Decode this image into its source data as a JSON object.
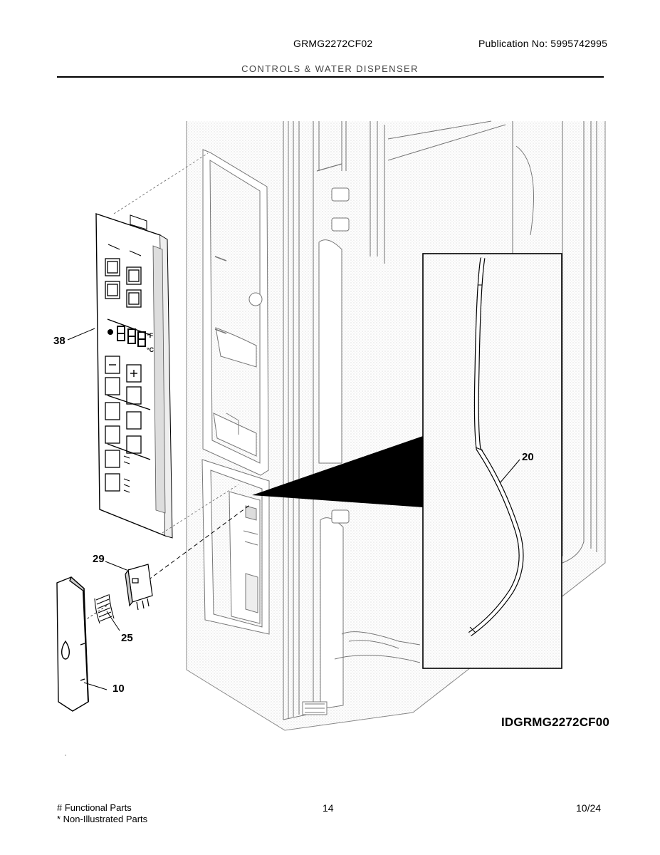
{
  "header": {
    "model": "GRMG2272CF02",
    "publication": "Publication No:  5995742995",
    "section_title": "CONTROLS & WATER DISPENSER"
  },
  "callouts": {
    "c38": "38",
    "c29": "29",
    "c25": "25",
    "c10": "10",
    "c20": "20"
  },
  "panel_symbols": {
    "deg_f": "°F",
    "deg_c": "°C"
  },
  "figure_id": "IDGRMG2272CF00",
  "footer": {
    "functional": "# Functional Parts",
    "non_illustrated": "* Non-Illustrated Parts",
    "page": "14",
    "date": "10/24"
  }
}
